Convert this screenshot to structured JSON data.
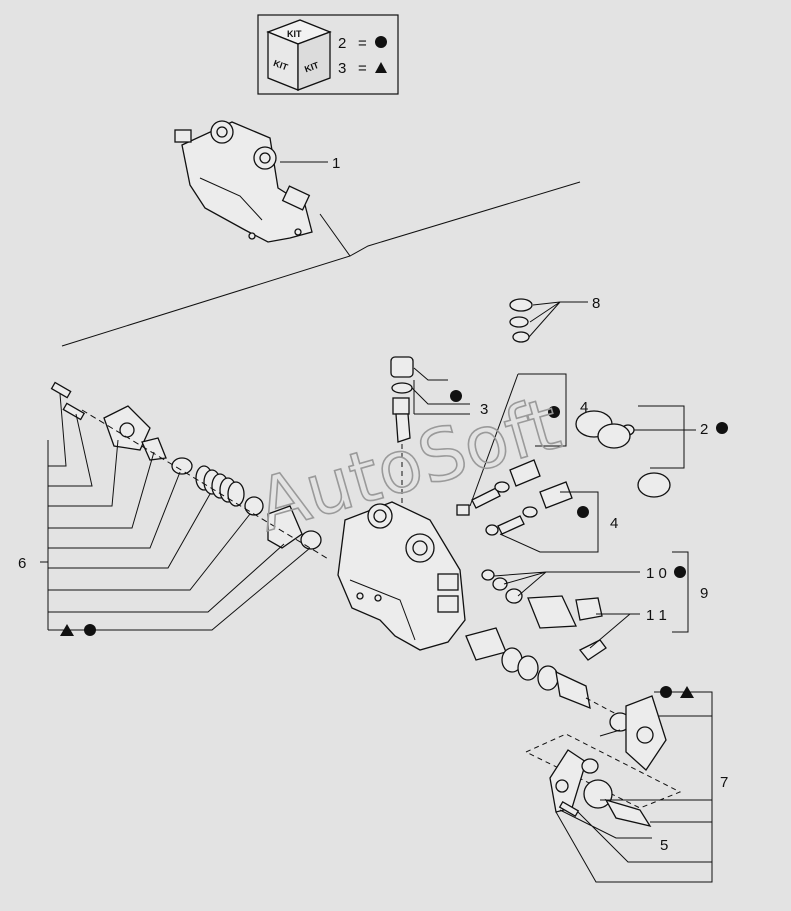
{
  "legend": {
    "box_label": "KIT",
    "rows": [
      {
        "number": "2",
        "eq": "=",
        "symbol": "circle"
      },
      {
        "number": "3",
        "eq": "=",
        "symbol": "triangle"
      }
    ]
  },
  "callouts": {
    "c1": "1",
    "c2": "2",
    "c3": "3",
    "c4a": "4",
    "c4b": "4",
    "c5": "5",
    "c6": "6",
    "c7": "7",
    "c8": "8",
    "c9": "9",
    "c10": "1 0",
    "c11": "1 1"
  },
  "watermark": "AutoSoft",
  "colors": {
    "ink": "#111111",
    "paper": "#e3e3e3",
    "watermark": "#9a9a9a"
  }
}
